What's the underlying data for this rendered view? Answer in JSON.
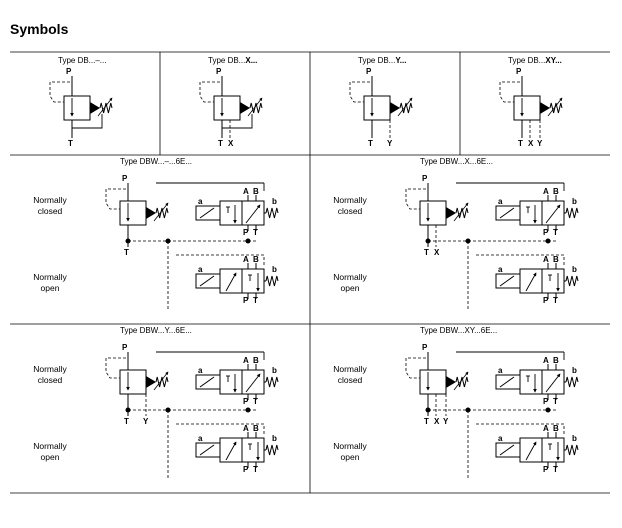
{
  "page": {
    "title": "Symbols"
  },
  "top_row": [
    {
      "prefix": "Type DB...",
      "suffix": "–...",
      "p": "P",
      "t": "T",
      "x": "",
      "y": ""
    },
    {
      "prefix": "Type DB...",
      "suffix": "X...",
      "p": "P",
      "t": "T",
      "x": "X",
      "y": ""
    },
    {
      "prefix": "Type DB...",
      "suffix": "Y...",
      "p": "P",
      "t": "T",
      "x": "",
      "y": "Y"
    },
    {
      "prefix": "Type DB...",
      "suffix": "XY...",
      "p": "P",
      "t": "T",
      "x": "X",
      "y": "Y"
    }
  ],
  "dbw": [
    {
      "type": "Type DBW...–...6E...",
      "p": "P",
      "t": "T",
      "x": "",
      "y": "",
      "closed": {
        "label": "Normally\nclosed",
        "a": "a",
        "b": "b",
        "A": "A",
        "B": "B",
        "P": "P",
        "T": "T"
      },
      "open": {
        "label": "Normally\nopen",
        "a": "a",
        "b": "b",
        "A": "A",
        "B": "B",
        "P": "P",
        "T": "T"
      }
    },
    {
      "type": "Type DBW...X...6E...",
      "p": "P",
      "t": "T",
      "x": "X",
      "y": "",
      "closed": {
        "label": "Normally\nclosed",
        "a": "a",
        "b": "b",
        "A": "A",
        "B": "B",
        "P": "P",
        "T": "T"
      },
      "open": {
        "label": "Normally\nopen",
        "a": "a",
        "b": "b",
        "A": "A",
        "B": "B",
        "P": "P",
        "T": "T"
      }
    },
    {
      "type": "Type DBW...Y...6E...",
      "p": "P",
      "t": "T",
      "x": "",
      "y": "Y",
      "closed": {
        "label": "Normally\nclosed",
        "a": "a",
        "b": "b",
        "A": "A",
        "B": "B",
        "P": "P",
        "T": "T"
      },
      "open": {
        "label": "Normally\nopen",
        "a": "a",
        "b": "b",
        "A": "A",
        "B": "B",
        "P": "P",
        "T": "T"
      }
    },
    {
      "type": "Type DBW...XY...6E...",
      "p": "P",
      "t": "T",
      "x": "X",
      "y": "Y",
      "closed": {
        "label": "Normally\nclosed",
        "a": "a",
        "b": "b",
        "A": "A",
        "B": "B",
        "P": "P",
        "T": "T"
      },
      "open": {
        "label": "Normally\nopen",
        "a": "a",
        "b": "b",
        "A": "A",
        "B": "B",
        "P": "P",
        "T": "T"
      }
    }
  ]
}
